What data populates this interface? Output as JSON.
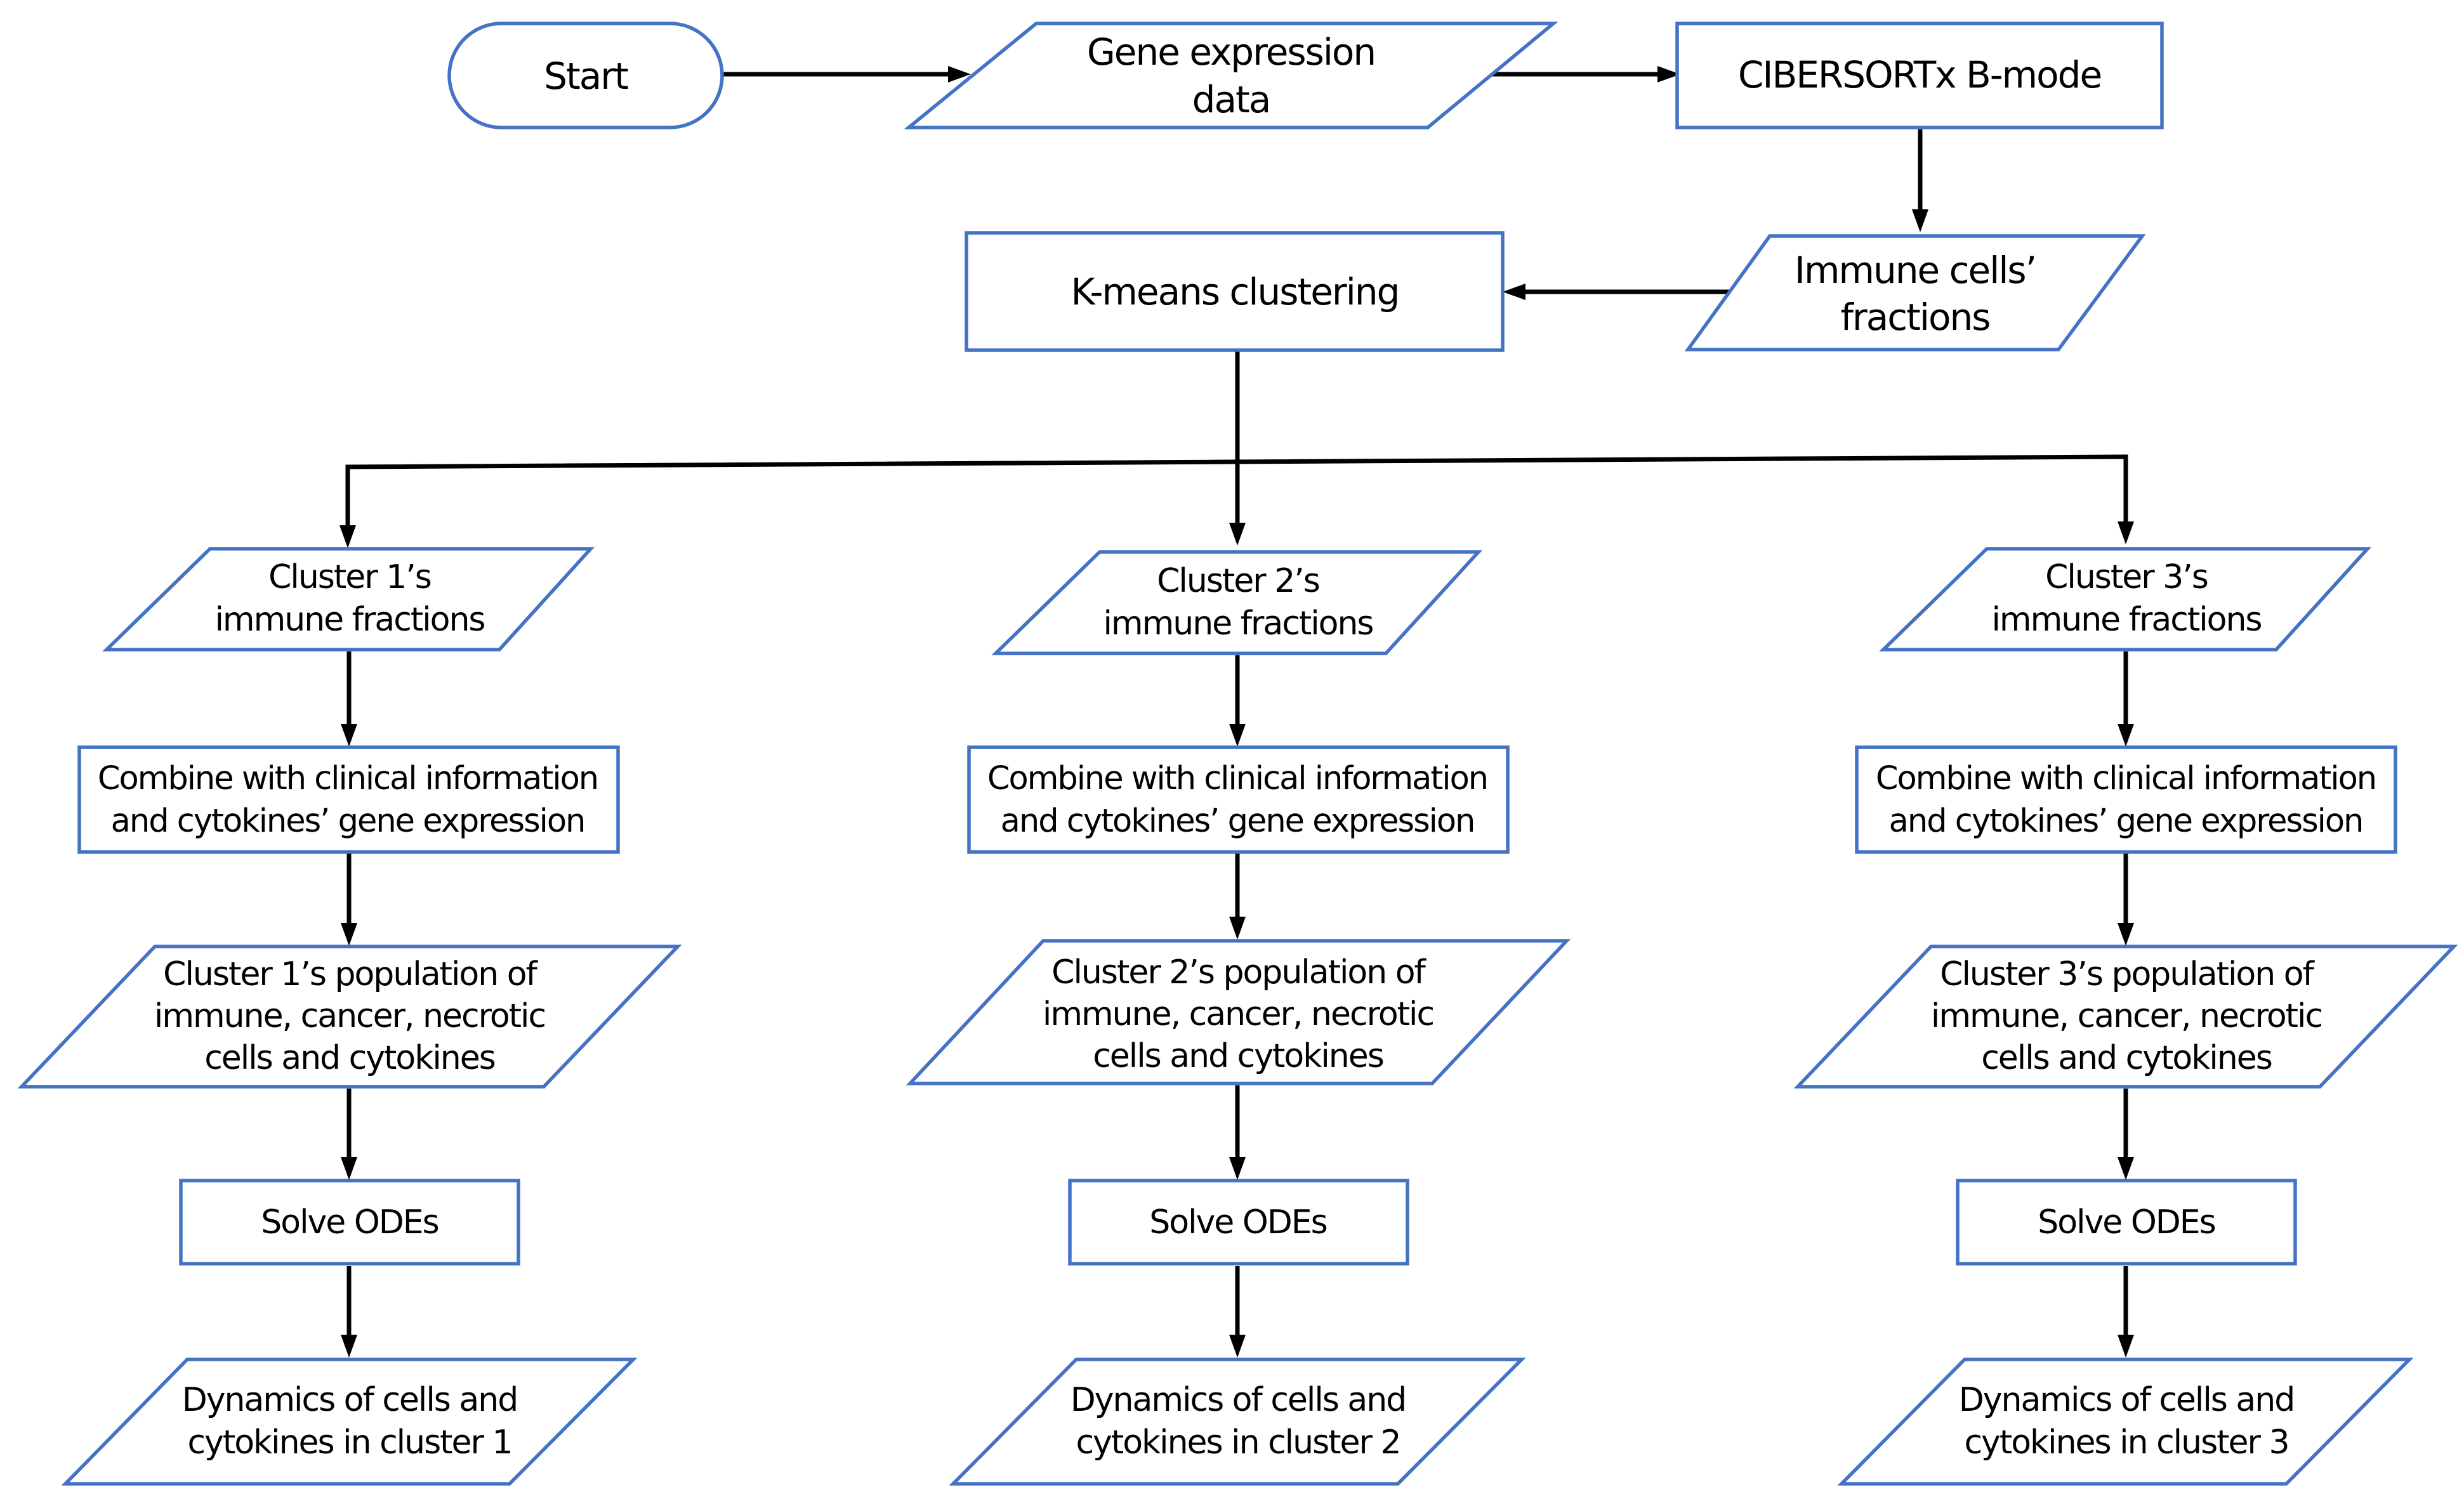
{
  "colors": {
    "shape_stroke": "#4472c4",
    "arrow": "#000000",
    "background": "#ffffff"
  },
  "nodes": {
    "start": {
      "shape": "terminal",
      "lines": [
        "Start"
      ]
    },
    "gene_expression": {
      "shape": "data",
      "lines": [
        "Gene expression",
        "data"
      ]
    },
    "cibersortx": {
      "shape": "process",
      "lines": [
        "CIBERSORTx B-mode"
      ]
    },
    "immune_fractions": {
      "shape": "data",
      "lines": [
        "Immune cells’",
        "fractions"
      ]
    },
    "kmeans": {
      "shape": "process",
      "lines": [
        "K-means clustering"
      ]
    },
    "clusters": [
      {
        "fractions": {
          "shape": "data",
          "lines": [
            "Cluster 1’s",
            "immune fractions"
          ]
        },
        "combine": {
          "shape": "process",
          "lines": [
            "Combine with clinical information",
            "and cytokines’ gene expression"
          ]
        },
        "population": {
          "shape": "data",
          "lines": [
            "Cluster 1’s population of",
            "immune, cancer, necrotic",
            "cells and cytokines"
          ]
        },
        "solve": {
          "shape": "process",
          "lines": [
            "Solve ODEs"
          ]
        },
        "dynamics": {
          "shape": "data",
          "lines": [
            "Dynamics of cells and",
            "cytokines in cluster 1"
          ]
        }
      },
      {
        "fractions": {
          "shape": "data",
          "lines": [
            "Cluster 2’s",
            "immune fractions"
          ]
        },
        "combine": {
          "shape": "process",
          "lines": [
            "Combine with clinical information",
            "and cytokines’ gene expression"
          ]
        },
        "population": {
          "shape": "data",
          "lines": [
            "Cluster 2’s population of",
            "immune, cancer, necrotic",
            "cells and cytokines"
          ]
        },
        "solve": {
          "shape": "process",
          "lines": [
            "Solve ODEs"
          ]
        },
        "dynamics": {
          "shape": "data",
          "lines": [
            "Dynamics of cells and",
            "cytokines in cluster 2"
          ]
        }
      },
      {
        "fractions": {
          "shape": "data",
          "lines": [
            "Cluster 3’s",
            "immune fractions"
          ]
        },
        "combine": {
          "shape": "process",
          "lines": [
            "Combine with clinical information",
            "and cytokines’ gene expression"
          ]
        },
        "population": {
          "shape": "data",
          "lines": [
            "Cluster 3’s population of",
            "immune, cancer, necrotic",
            "cells and cytokines"
          ]
        },
        "solve": {
          "shape": "process",
          "lines": [
            "Solve ODEs"
          ]
        },
        "dynamics": {
          "shape": "data",
          "lines": [
            "Dynamics of cells and",
            "cytokines in cluster 3"
          ]
        }
      }
    ]
  },
  "edges": [
    [
      "start",
      "gene_expression"
    ],
    [
      "gene_expression",
      "cibersortx"
    ],
    [
      "cibersortx",
      "immune_fractions"
    ],
    [
      "immune_fractions",
      "kmeans"
    ],
    [
      "kmeans",
      "clusters.0.fractions"
    ],
    [
      "kmeans",
      "clusters.1.fractions"
    ],
    [
      "kmeans",
      "clusters.2.fractions"
    ],
    [
      "clusters.0.fractions",
      "clusters.0.combine"
    ],
    [
      "clusters.0.combine",
      "clusters.0.population"
    ],
    [
      "clusters.0.population",
      "clusters.0.solve"
    ],
    [
      "clusters.0.solve",
      "clusters.0.dynamics"
    ],
    [
      "clusters.1.fractions",
      "clusters.1.combine"
    ],
    [
      "clusters.1.combine",
      "clusters.1.population"
    ],
    [
      "clusters.1.population",
      "clusters.1.solve"
    ],
    [
      "clusters.1.solve",
      "clusters.1.dynamics"
    ],
    [
      "clusters.2.fractions",
      "clusters.2.combine"
    ],
    [
      "clusters.2.combine",
      "clusters.2.population"
    ],
    [
      "clusters.2.population",
      "clusters.2.solve"
    ],
    [
      "clusters.2.solve",
      "clusters.2.dynamics"
    ]
  ]
}
